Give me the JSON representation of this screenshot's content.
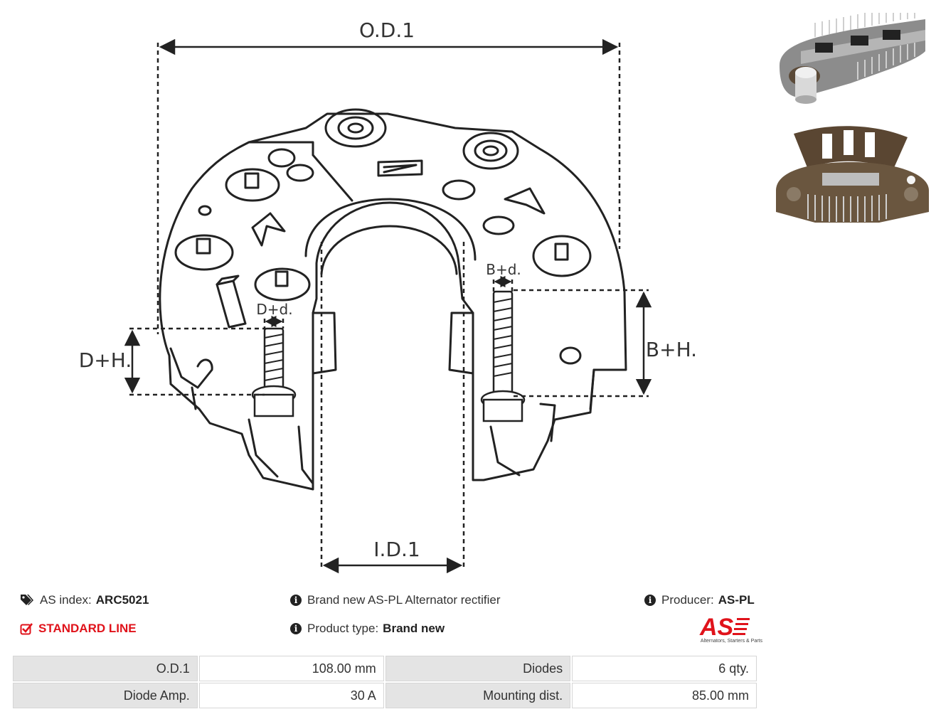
{
  "diagram": {
    "od_label": "O.D.1",
    "id_label": "I.D.1",
    "dh_label": "D+H.",
    "dd_label": "D+d.",
    "bh_label": "B+H.",
    "bd_label": "B+d."
  },
  "info": {
    "as_index_label": "AS index:",
    "as_index_value": "ARC5021",
    "standard_line": "STANDARD LINE",
    "description": "Brand new AS-PL Alternator rectifier",
    "product_type_label": "Product type:",
    "product_type_value": "Brand new",
    "producer_label": "Producer:",
    "producer_value": "AS-PL"
  },
  "logo": {
    "text": "AS",
    "subtitle": "Alternators, Starters & Parts"
  },
  "specs": [
    [
      "O.D.1",
      "108.00 mm",
      "Diodes",
      "6 qty."
    ],
    [
      "Diode Amp.",
      "30 A",
      "Mounting dist.",
      "85.00 mm"
    ]
  ],
  "colors": {
    "accent_red": "#e0131b",
    "table_header_bg": "#e4e4e4"
  }
}
